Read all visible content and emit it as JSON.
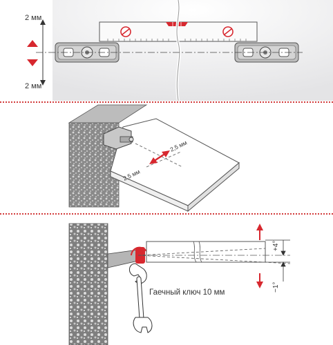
{
  "step1": {
    "offset_top": "2 мм",
    "offset_bottom": "2 мм"
  },
  "step2": {
    "dim_a": "2,5 мм",
    "dim_b": "2,5 мм"
  },
  "step3": {
    "tilt_up": "+4°",
    "tilt_down": "−1°",
    "wrench": "Гаечный ключ 10 мм"
  },
  "colors": {
    "accent": "#d7282f",
    "divider": "#d23a3a",
    "gray": "#9a9a9a"
  }
}
